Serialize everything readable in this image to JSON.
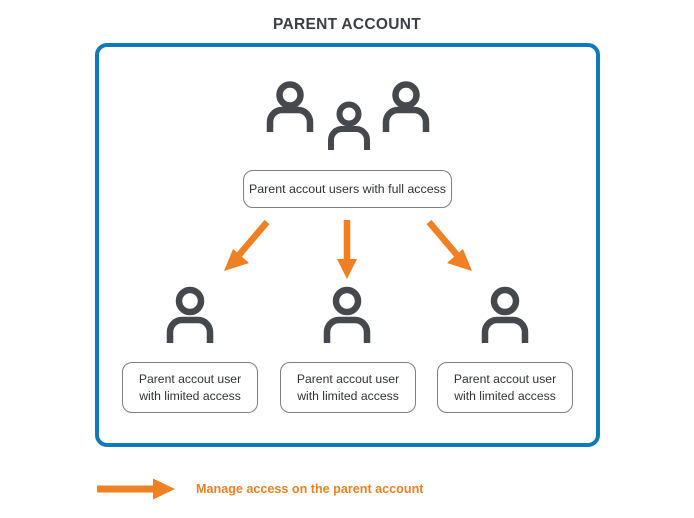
{
  "diagram": {
    "title": "PARENT ACCOUNT",
    "colors": {
      "frame_border": "#1278bc",
      "arrow_orange": "#ef8023",
      "icon_gray": "#45484c",
      "box_border": "#7c7f83",
      "title_text": "#3b3f44",
      "box_text": "#303336",
      "background": "#ffffff"
    },
    "top_group": {
      "icon": "three-people-icon",
      "label": "Parent accout users with full access"
    },
    "arrows": [
      {
        "name": "arrow-down-left",
        "direction": "down-left"
      },
      {
        "name": "arrow-down",
        "direction": "down"
      },
      {
        "name": "arrow-down-right",
        "direction": "down-right"
      }
    ],
    "children": [
      {
        "icon": "person-icon",
        "line1": "Parent accout user",
        "line2": "with limited access"
      },
      {
        "icon": "person-icon",
        "line1": "Parent accout user",
        "line2": "with limited access"
      },
      {
        "icon": "person-icon",
        "line1": "Parent accout user",
        "line2": "with limited access"
      }
    ],
    "legend": {
      "icon": "right-arrow-icon",
      "text": "Manage access on the parent account"
    }
  }
}
